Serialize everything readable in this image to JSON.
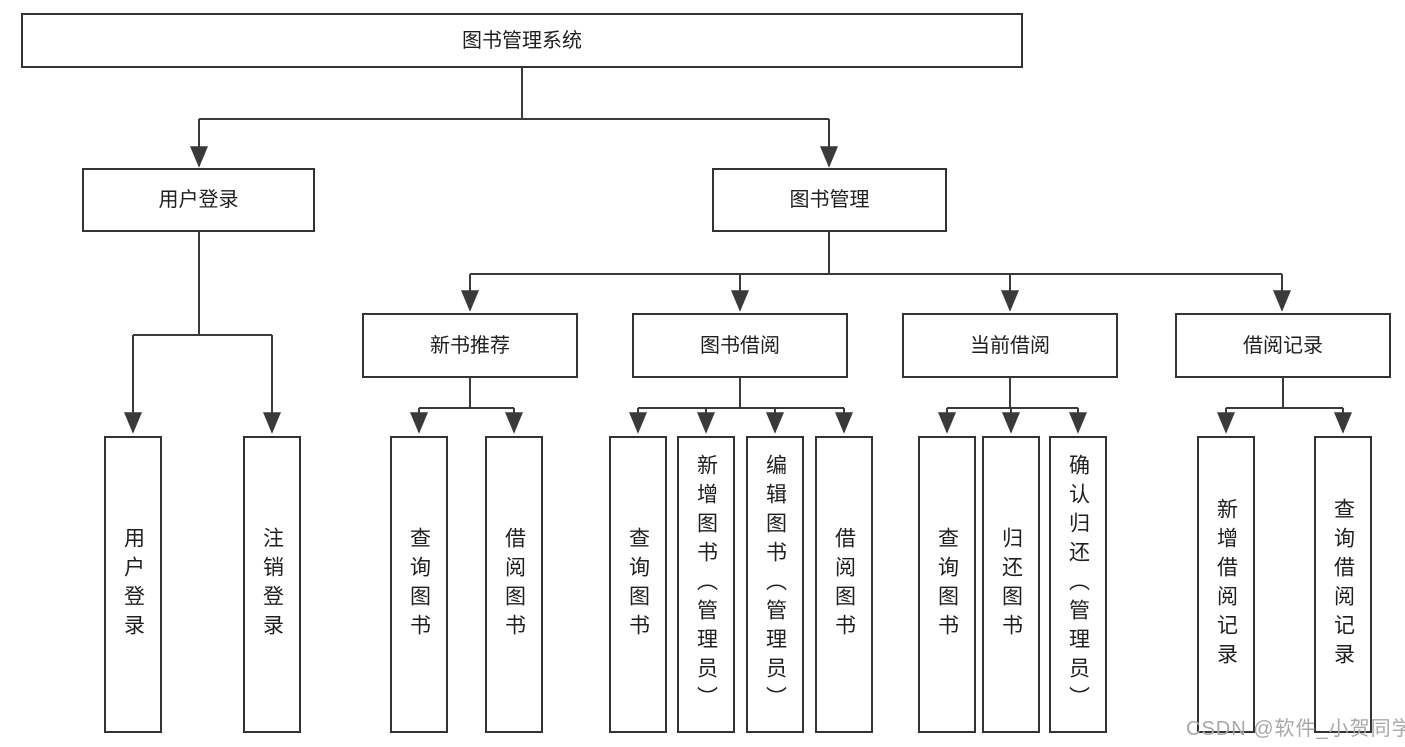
{
  "colors": {
    "line": "#3a3a3a",
    "box_border": "#333333",
    "box_fill": "#ffffff",
    "text": "#1f1f1f",
    "watermark": "#a8a8a8",
    "background": "#ffffff"
  },
  "watermark": {
    "text": "CSDN @软件_小贺同学"
  },
  "tree": {
    "label": "图书管理系统",
    "children": [
      {
        "label": "用户登录",
        "children": [
          {
            "label": "用户登录"
          },
          {
            "label": "注销登录"
          }
        ]
      },
      {
        "label": "图书管理",
        "children": [
          {
            "label": "新书推荐",
            "children": [
              {
                "label": "查询图书"
              },
              {
                "label": "借阅图书"
              }
            ]
          },
          {
            "label": "图书借阅",
            "children": [
              {
                "label": "查询图书"
              },
              {
                "label": "新增图书（管理员）"
              },
              {
                "label": "编辑图书（管理员）"
              },
              {
                "label": "借阅图书"
              }
            ]
          },
          {
            "label": "当前借阅",
            "children": [
              {
                "label": "查询图书"
              },
              {
                "label": "归还图书"
              },
              {
                "label": "确认归还（管理员）"
              }
            ]
          },
          {
            "label": "借阅记录",
            "children": [
              {
                "label": "新增借阅记录"
              },
              {
                "label": "查询借阅记录"
              }
            ]
          }
        ]
      }
    ]
  }
}
